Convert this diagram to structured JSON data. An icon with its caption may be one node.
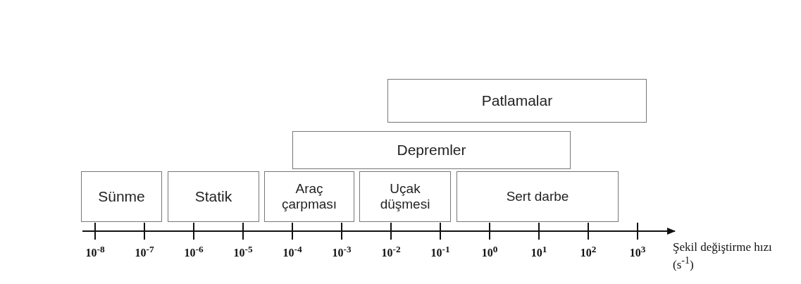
{
  "diagram": {
    "nodes": [
      {
        "text": [
          "Patlamalar"
        ]
      },
      {
        "text": [
          "Depremler"
        ]
      },
      {
        "text": [
          "Sünme"
        ]
      },
      {
        "text": [
          "Statik"
        ]
      },
      {
        "text": [
          "Araç çarpması"
        ]
      },
      {
        "text": [
          "Uçak düşmesi"
        ]
      },
      {
        "text": [
          "Sert darbe"
        ]
      }
    ],
    "edges": [],
    "labels": [
      "10$^{-8}$",
      "10$^{-7}$",
      "10$^{-6}$",
      "10$^{-5}$",
      "10$^{-4}$",
      "10$^{-3}$",
      "10$^{-2}$",
      "10$^{-1}$",
      "10$^{0}$",
      "10$^{1}$",
      "10$^{2}$",
      "10$^{3}$",
      "Şekil değiştirme hızı (s$^{-1}$)"
    ]
  }
}
